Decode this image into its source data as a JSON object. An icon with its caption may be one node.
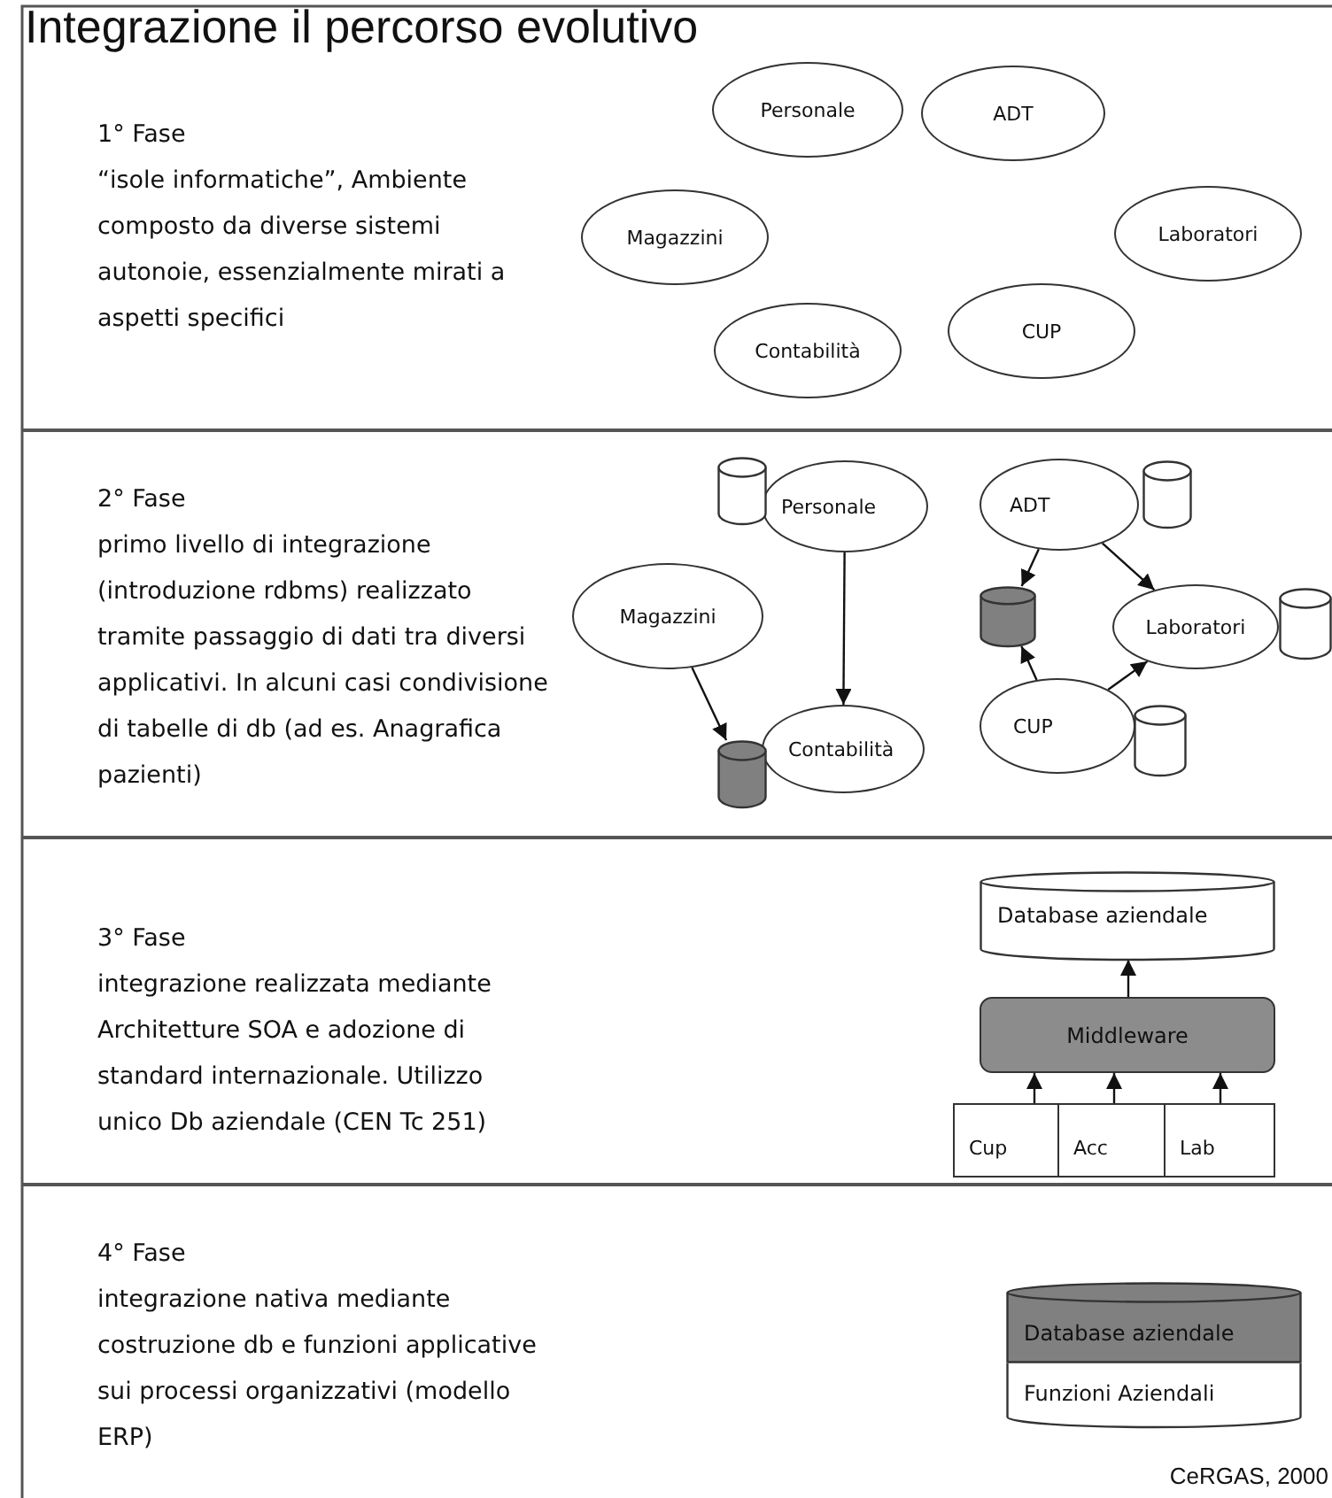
{
  "diagram": {
    "title": "Integrazione il percorso evolutivo",
    "nodes": [
      {
        "text": [
          "1° Fase",
          "“isole informatiche”, Ambiente composto da diverse sistemi autonoie, essenzialmente mirati a aspetti specifici"
        ]
      },
      {
        "text": [
          "Personale"
        ],
        "in": 0
      },
      {
        "text": [
          "ADT"
        ],
        "in": 0
      },
      {
        "text": [
          "Magazzini"
        ],
        "in": 0
      },
      {
        "text": [
          "Laboratori"
        ],
        "in": 0
      },
      {
        "text": [
          "CUP"
        ],
        "in": 0
      },
      {
        "text": [
          "Contabilità"
        ],
        "in": 0
      },
      {
        "text": [
          "2° Fase",
          "primo livello di integrazione (introduzione rdbms) realizzato tramite passaggio di dati tra diversi applicativi. In alcuni casi condivisione di tabelle di db (ad es. Anagrafica pazienti)"
        ]
      },
      {
        "text": [
          "Personale"
        ],
        "in": 7
      },
      {
        "text": [],
        "shape": "cylinder",
        "in": 7
      },
      {
        "text": [
          "Magazzini"
        ],
        "in": 7
      },
      {
        "text": [
          "Contabilità"
        ],
        "in": 7
      },
      {
        "text": [],
        "shape": "cylinder",
        "in": 7
      },
      {
        "text": [
          "ADT"
        ],
        "in": 7
      },
      {
        "text": [],
        "shape": "cylinder",
        "in": 7
      },
      {
        "text": [],
        "shape": "cylinder",
        "in": 7
      },
      {
        "text": [
          "Laboratori"
        ],
        "in": 7
      },
      {
        "text": [],
        "shape": "cylinder",
        "in": 7
      },
      {
        "text": [
          "CUP"
        ],
        "in": 7
      },
      {
        "text": [],
        "shape": "cylinder",
        "in": 7
      },
      {
        "text": [
          "3° Fase",
          "integrazione realizzata mediante Architetture SOA e adozione di standard internazionale. Utilizzo unico Db aziendale (CEN Tc 251)"
        ]
      },
      {
        "text": [
          "Database aziendale"
        ],
        "in": 20
      },
      {
        "text": [
          "Middleware"
        ],
        "in": 20
      },
      {
        "text": [
          "Cup"
        ],
        "in": 20
      },
      {
        "text": [
          "Acc"
        ],
        "in": 20
      },
      {
        "text": [
          "Lab"
        ],
        "in": 20
      },
      {
        "text": [
          "4° Fase",
          "integrazione nativa mediante costruzione db e funzioni applicative sui processi organizzativi (modello ERP)"
        ]
      },
      {
        "text": [
          "Database aziendale"
        ],
        "in": 26
      },
      {
        "text": [
          "Funzioni Aziendali"
        ],
        "in": 26
      }
    ],
    "edges": [
      {
        "from": 8,
        "to": 11,
        "arrow": "to"
      },
      {
        "from": 10,
        "to": 12,
        "arrow": "to"
      },
      {
        "from": 13,
        "to": 15,
        "arrow": "to"
      },
      {
        "from": 13,
        "to": 16,
        "arrow": "to"
      },
      {
        "from": 18,
        "to": 15,
        "arrow": "to"
      },
      {
        "from": 18,
        "to": 16,
        "arrow": "to"
      },
      {
        "from": 23,
        "to": 22,
        "arrow": "to"
      },
      {
        "from": 24,
        "to": 22,
        "arrow": "to"
      },
      {
        "from": 25,
        "to": 22,
        "arrow": "to"
      },
      {
        "from": 22,
        "to": 21,
        "arrow": "to"
      }
    ],
    "labels": [
      "CeRGAS, 2000"
    ]
  }
}
